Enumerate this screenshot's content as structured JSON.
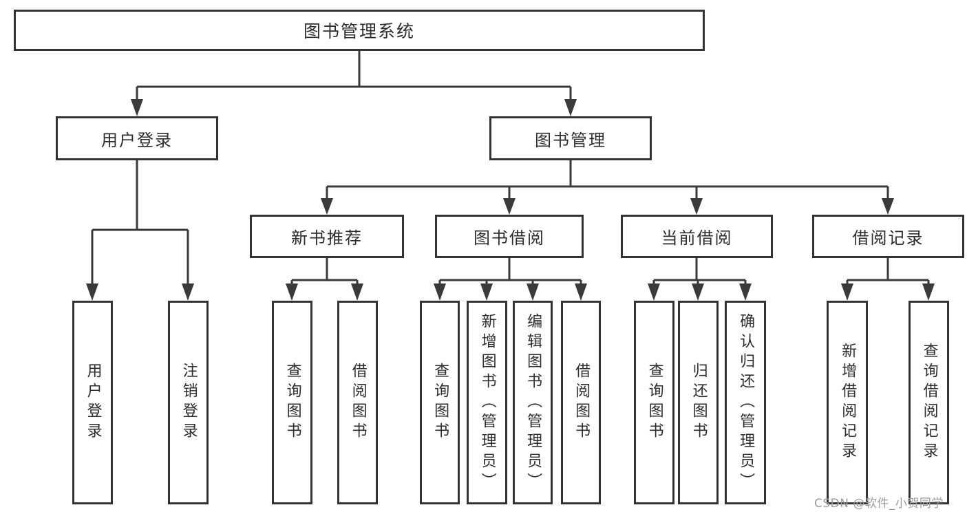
{
  "colors": {
    "line": "#3a3a3a",
    "border": "#333333",
    "text": "#2d2d2d",
    "background": "#ffffff",
    "watermark": "#9b9b9b"
  },
  "watermark": {
    "text": "CSDN @软件_小贺同学"
  },
  "diagram": {
    "root": {
      "label": "图书管理系统"
    },
    "level2": [
      {
        "id": "user-login",
        "label": "用户登录"
      },
      {
        "id": "book-management",
        "label": "图书管理"
      }
    ],
    "level3": [
      {
        "id": "new-book-recommend",
        "label": "新书推荐"
      },
      {
        "id": "book-borrowing",
        "label": "图书借阅"
      },
      {
        "id": "current-borrowing",
        "label": "当前借阅"
      },
      {
        "id": "borrowing-records",
        "label": "借阅记录"
      }
    ],
    "leaves": [
      {
        "id": "user-login",
        "label": "用户登录"
      },
      {
        "id": "logout",
        "label": "注销登录"
      },
      {
        "id": "query-books-recommend",
        "label": "查询图书"
      },
      {
        "id": "borrow-books-recommend",
        "label": "借阅图书"
      },
      {
        "id": "query-books-borrowing",
        "label": "查询图书"
      },
      {
        "id": "add-books-admin",
        "label": "新增图书（管理员）"
      },
      {
        "id": "edit-books-admin",
        "label": "编辑图书（管理员）"
      },
      {
        "id": "borrow-books",
        "label": "借阅图书"
      },
      {
        "id": "query-books-current",
        "label": "查询图书"
      },
      {
        "id": "return-books",
        "label": "归还图书"
      },
      {
        "id": "confirm-return-admin",
        "label": "确认归还（管理员）"
      },
      {
        "id": "add-borrow-record",
        "label": "新增借阅记录"
      },
      {
        "id": "query-borrow-record",
        "label": "查询借阅记录"
      }
    ]
  }
}
